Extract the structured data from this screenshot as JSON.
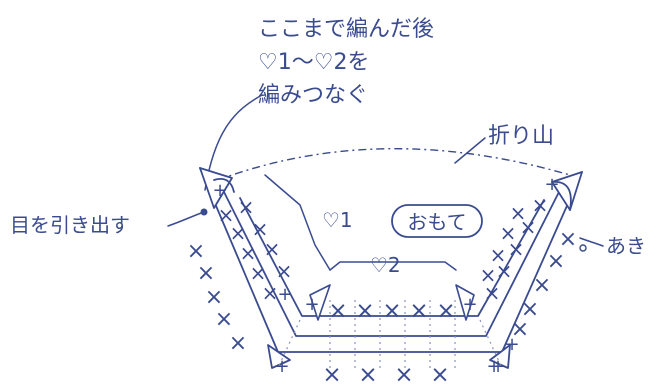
{
  "note": {
    "line1": "ここまで編んだ後",
    "line2": "♡1〜♡2を",
    "line3": "編みつなぐ"
  },
  "labels": {
    "fold": "折り山",
    "front": "おもて",
    "heart1": "♡1",
    "heart2": "♡2",
    "pull_out": "目を引き出す",
    "opening": "あき"
  },
  "stitch_symbols": {
    "single_crochet": "×",
    "slip_mark": "+"
  },
  "colors": {
    "ink": "#3a4b8f",
    "background": "#ffffff"
  }
}
